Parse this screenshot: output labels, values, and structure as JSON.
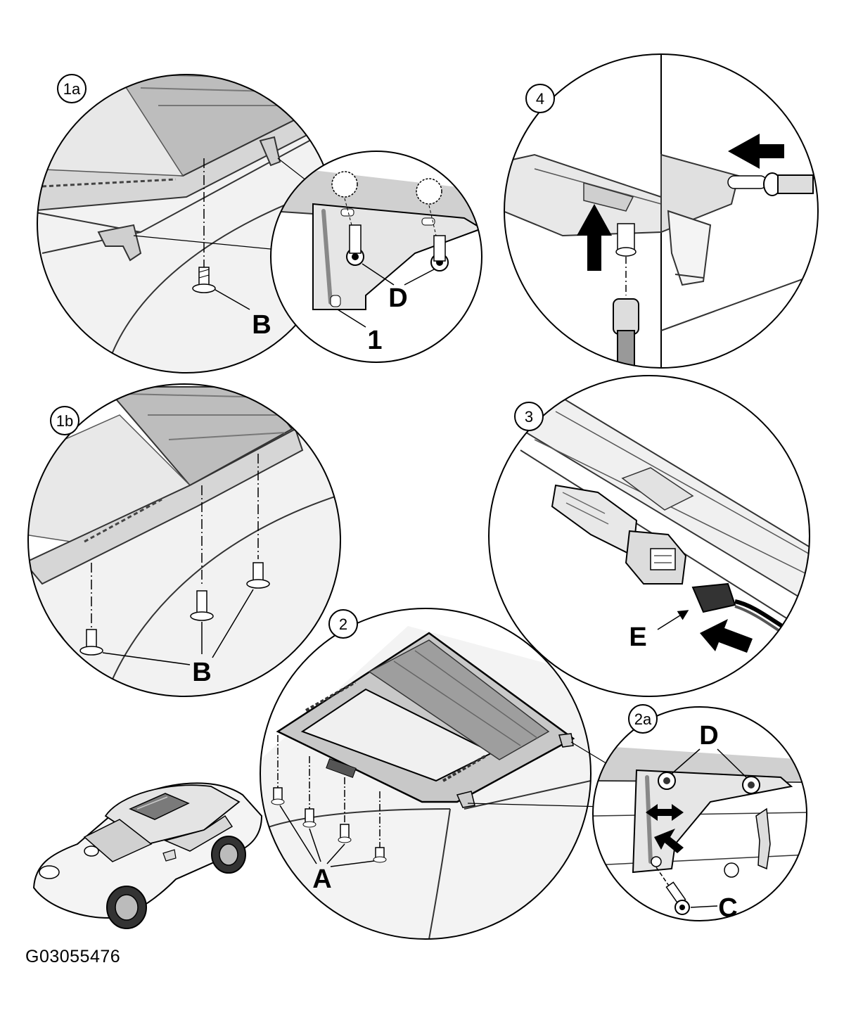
{
  "document_id": "G03055476",
  "panels": {
    "p1a": {
      "number": "1a",
      "labels": {
        "B": "B",
        "D": "D",
        "one": "1"
      }
    },
    "p4": {
      "number": "4"
    },
    "p1b": {
      "number": "1b",
      "labels": {
        "B": "B"
      }
    },
    "p3": {
      "number": "3",
      "labels": {
        "E": "E"
      }
    },
    "p2": {
      "number": "2",
      "labels": {
        "A": "A"
      }
    },
    "p2a": {
      "number": "2a",
      "labels": {
        "D": "D",
        "C": "C"
      }
    }
  }
}
